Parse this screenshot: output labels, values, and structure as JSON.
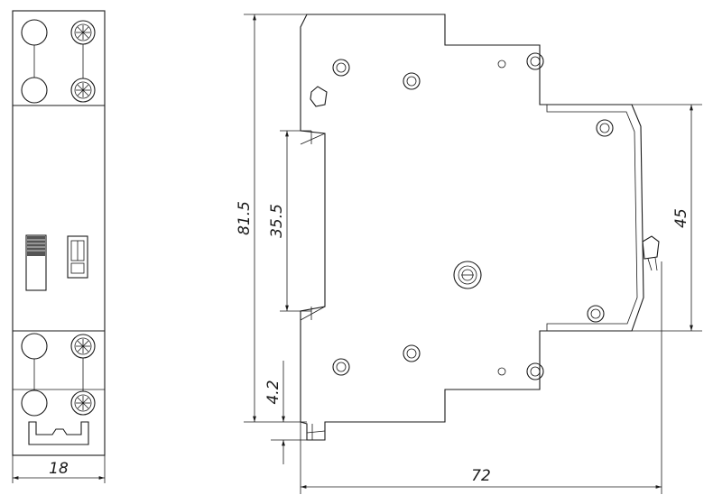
{
  "dimensions": {
    "front_width": "18",
    "overall_height": "81.5",
    "rail_height": "35.5",
    "clip_offset": "4.2",
    "overall_depth": "72",
    "front_height": "45"
  },
  "icons": {
    "terminal_screw": "cross-screw-icon",
    "terminal_hole": "circle-hole-icon",
    "toggle": "toggle-switch-icon",
    "indicator": "indicator-window-icon",
    "rivet": "rivet-icon",
    "center_screw": "adjust-screw-icon"
  }
}
